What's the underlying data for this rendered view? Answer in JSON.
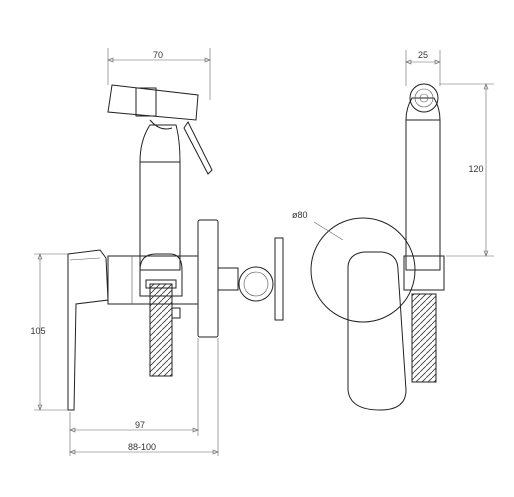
{
  "dimensions": {
    "side_view": {
      "width_top": "70",
      "height": "105",
      "depth": "97",
      "depth_range": "88-100"
    },
    "front_view": {
      "handset_width": "25",
      "handset_height": "120",
      "plate_diameter": "ø80"
    }
  },
  "colors": {
    "line": "#222222",
    "dimension": "#666666",
    "background": "#ffffff"
  }
}
